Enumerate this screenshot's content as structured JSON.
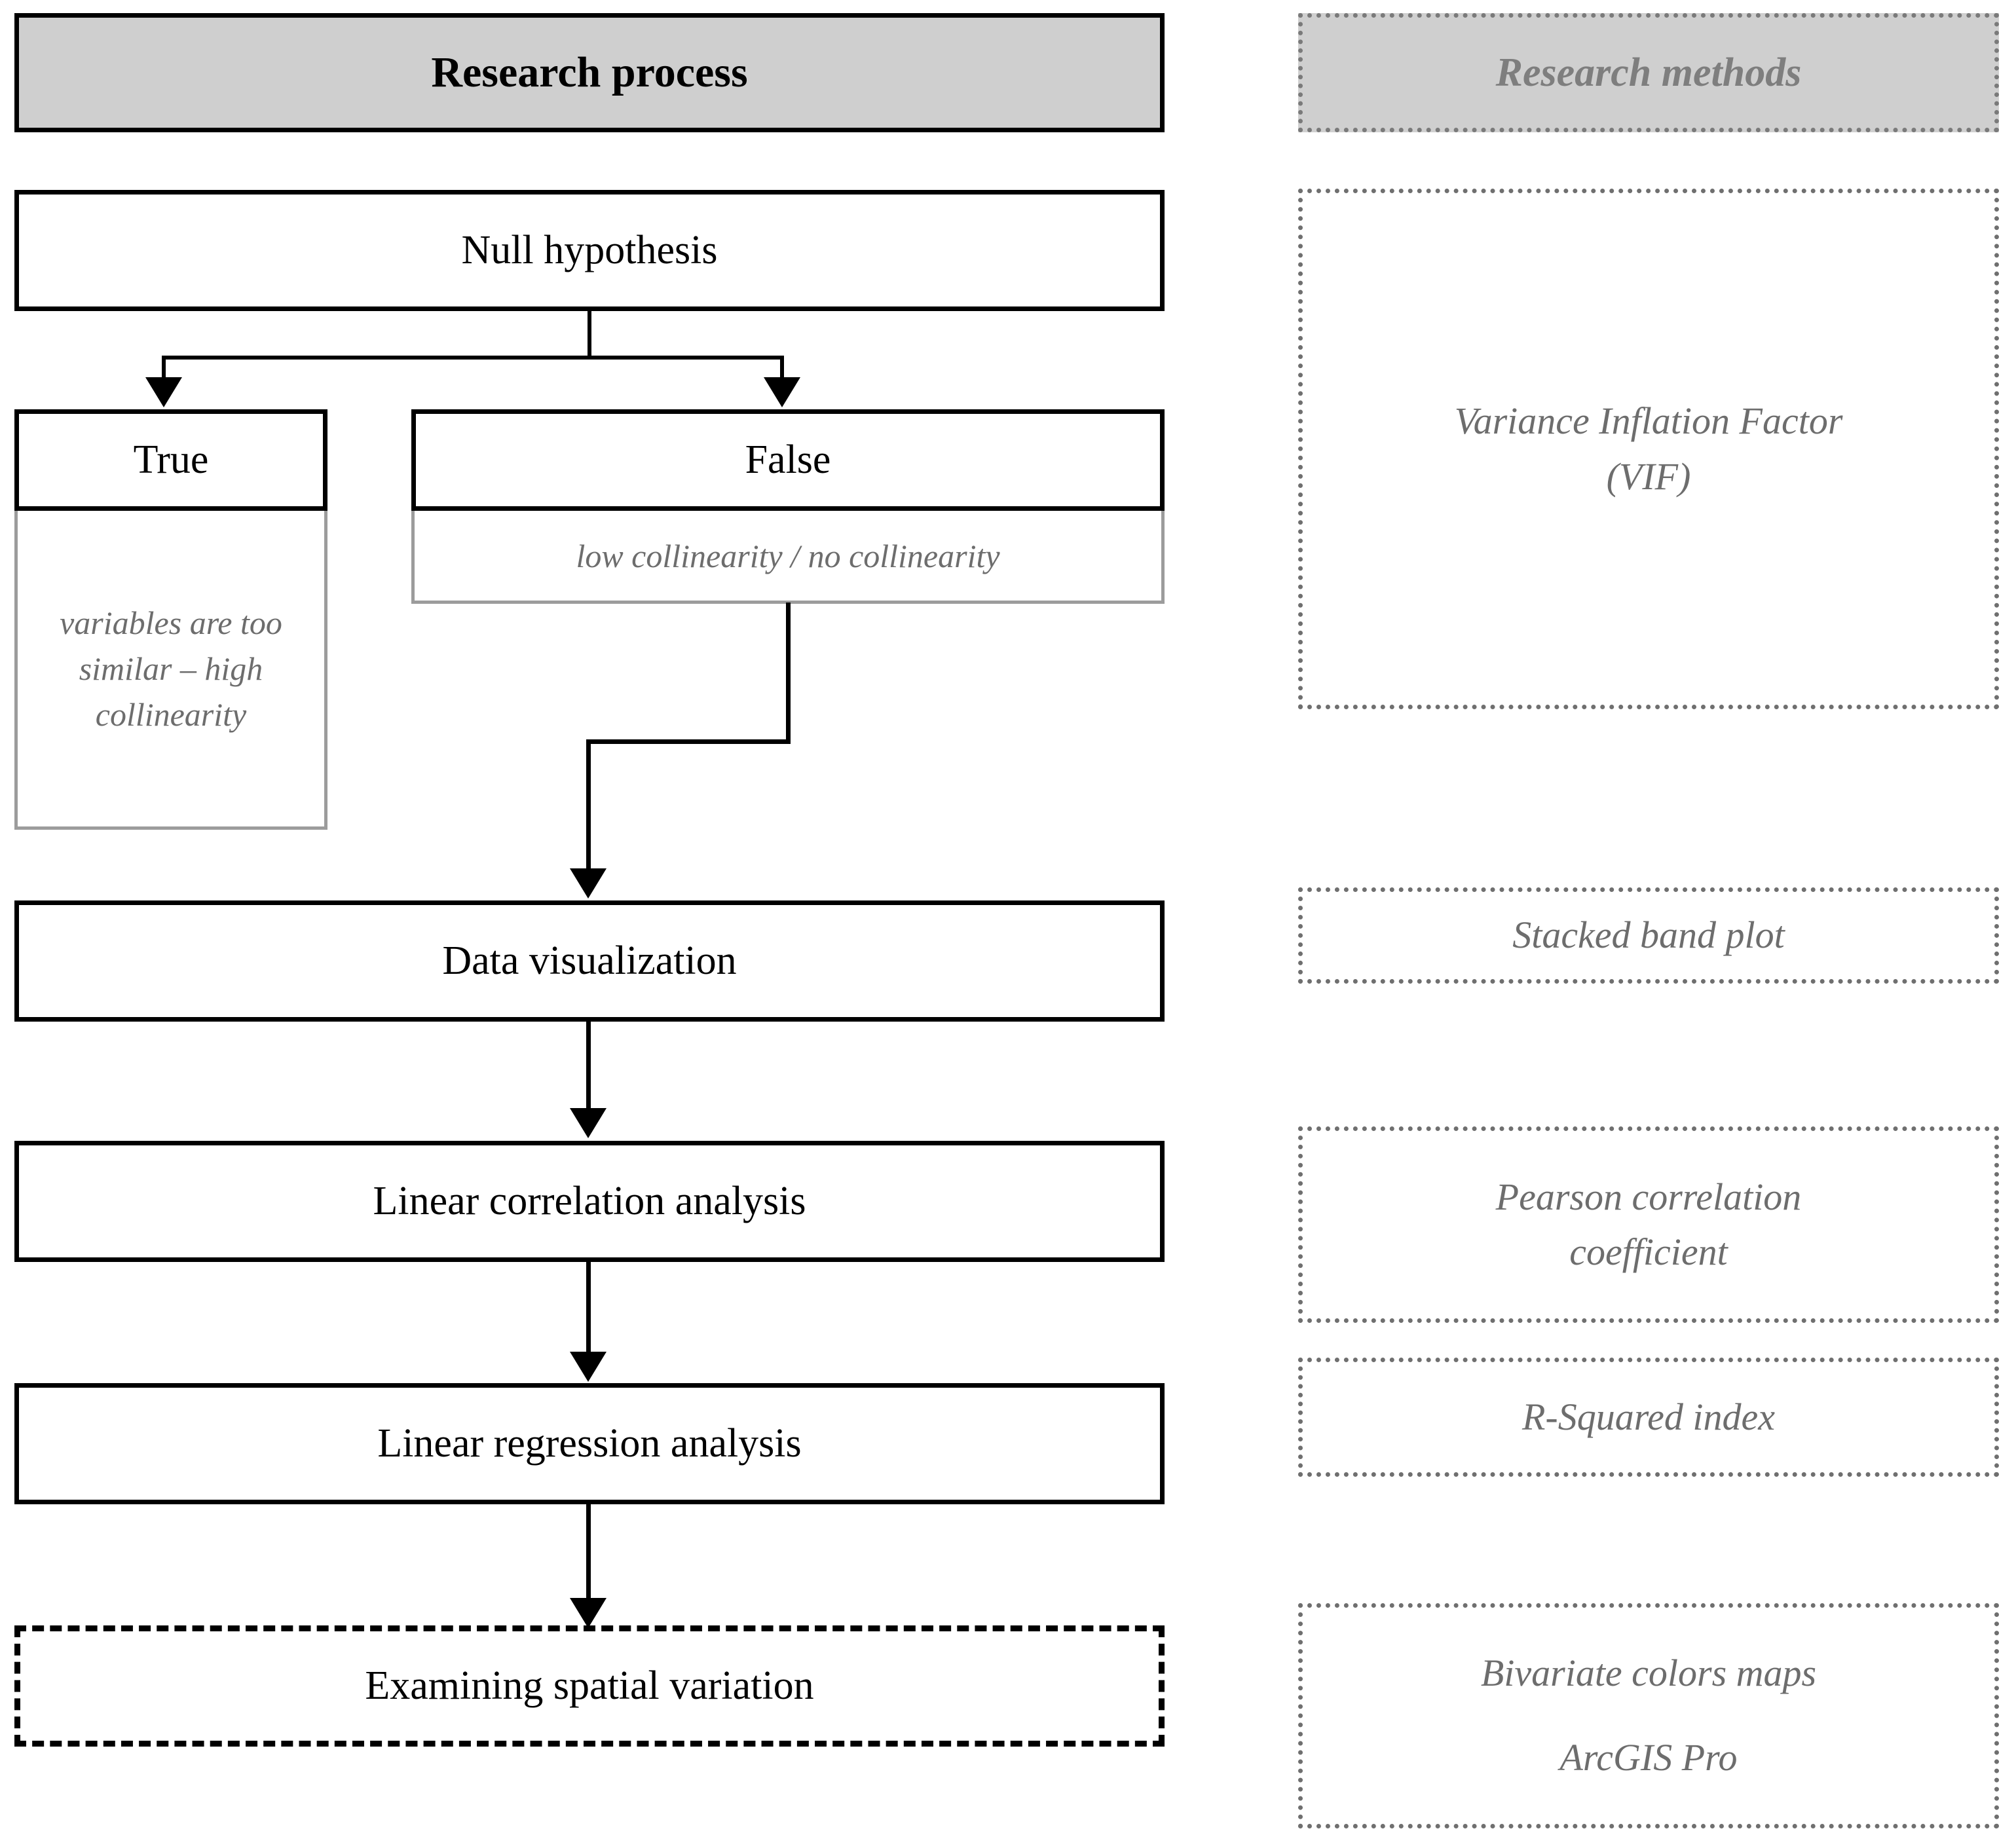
{
  "columns": {
    "process": {
      "header": "Research process"
    },
    "methods": {
      "header": "Research methods"
    }
  },
  "process_steps": [
    {
      "id": "null-hypothesis",
      "label": "Null hypothesis"
    },
    {
      "id": "true",
      "label": "True"
    },
    {
      "id": "false",
      "label": "False"
    },
    {
      "id": "data-visualization",
      "label": "Data visualization"
    },
    {
      "id": "linear-correlation",
      "label": "Linear correlation analysis"
    },
    {
      "id": "linear-regression",
      "label": "Linear regression analysis"
    },
    {
      "id": "examining-spatial",
      "label": "Examining spatial variation"
    }
  ],
  "annotations": {
    "true_note": "variables are too similar – high collinearity",
    "false_note": "low collinearity / no collinearity"
  },
  "methods": [
    {
      "id": "vif",
      "label": "Variance Inflation Factor (VIF)"
    },
    {
      "id": "stacked",
      "label": "Stacked band plot"
    },
    {
      "id": "pearson",
      "label": "Pearson correlation coefficient"
    },
    {
      "id": "rsquared",
      "label": "R-Squared index"
    },
    {
      "id": "bivariate",
      "label": "Bivariate colors maps"
    },
    {
      "id": "arcgis",
      "label": "ArcGIS Pro"
    }
  ],
  "colors": {
    "header_fill": "#cfcfcf",
    "solid_border": "#000000",
    "dotted_border": "#6f6f6f",
    "gray_text": "#6d6d6d",
    "methods_header_text": "#7e7e7e",
    "background": "#ffffff"
  }
}
